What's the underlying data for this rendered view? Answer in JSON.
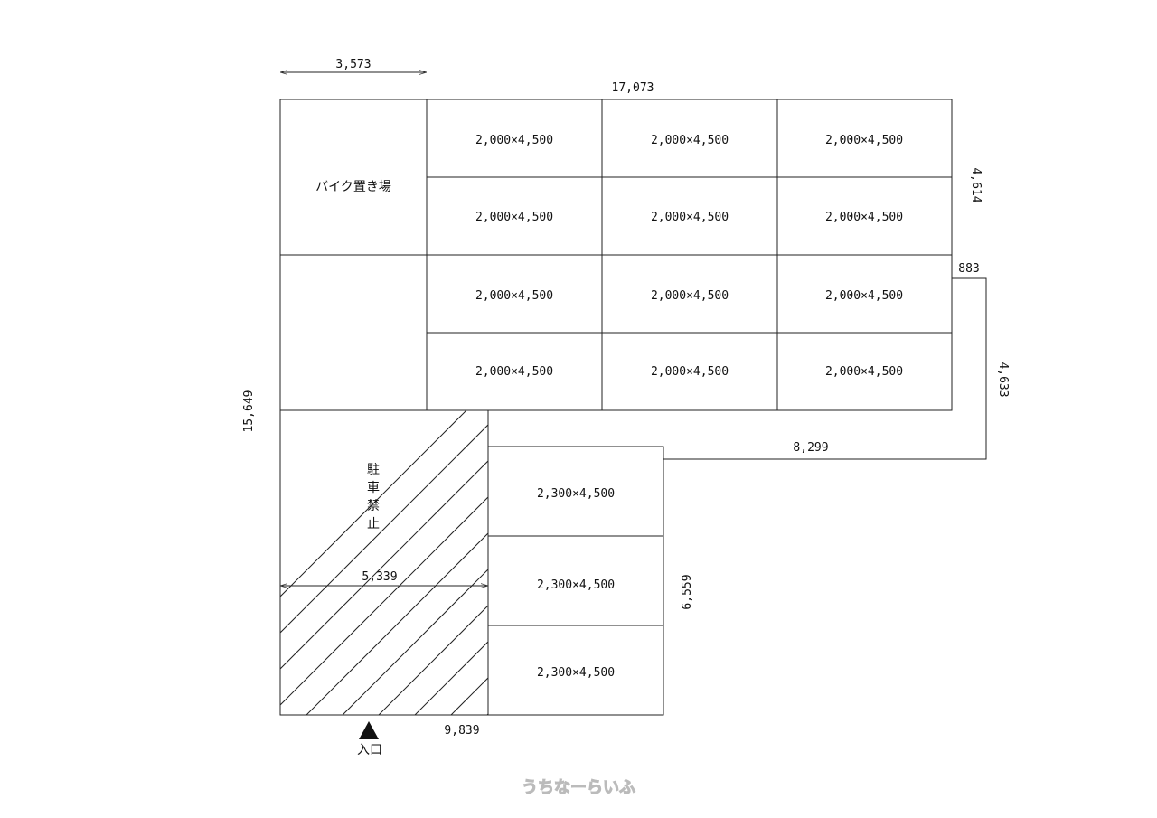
{
  "dimensions": {
    "bike_width": "3,573",
    "total_width": "17,073",
    "right_upper": "4,614",
    "offset": "883",
    "right_lower": "4,633",
    "lower_run": "8,299",
    "total_height": "15,649",
    "no_parking_width": "5,339",
    "lower_height": "6,559",
    "bottom_width": "9,839"
  },
  "areas": {
    "bike": "バイク置き場",
    "no_parking": [
      "駐",
      "車",
      "禁",
      "止"
    ],
    "entrance": "入口"
  },
  "spaces_large": [
    "2,000×4,500",
    "2,000×4,500",
    "2,000×4,500",
    "2,000×4,500",
    "2,000×4,500",
    "2,000×4,500",
    "2,000×4,500",
    "2,000×4,500",
    "2,000×4,500",
    "2,000×4,500",
    "2,000×4,500",
    "2,000×4,500"
  ],
  "spaces_small": [
    "2,300×4,500",
    "2,300×4,500",
    "2,300×4,500"
  ],
  "watermark": "うちなーらいふ"
}
